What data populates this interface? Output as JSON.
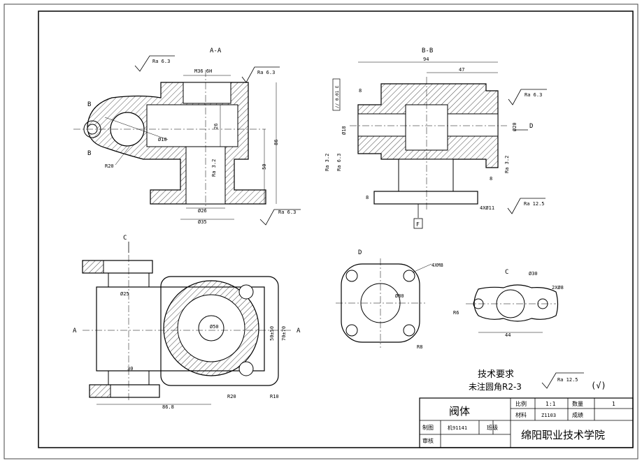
{
  "views": {
    "section_aa_title": "A-A",
    "section_bb_title": "B-B",
    "view_c_arrow": "C",
    "view_d_title": "D",
    "view_c_title": "C",
    "view_d_arrow": "D",
    "section_a_left": "A",
    "section_a_right": "A",
    "section_b_top": "B",
    "section_b_bottom": "B",
    "datum_f": "F"
  },
  "roughness": {
    "ra_top_left": "Ra 6.3",
    "ra_top_right": "Ra 6.3",
    "ra_bottom_aa": "Ra 6.3",
    "ra_aa_bore": "Ra 3.2",
    "ra_bb_flange": "Ra 6.3",
    "ra_bb_left1": "Ra 3.2",
    "ra_bb_left2": "Ra 6.3",
    "ra_bb_right": "Ra 3.2",
    "ra_bb_bottom": "Ra 12.5",
    "ra_general": "Ra 12.5",
    "ra_general_paren": "(√)"
  },
  "dimensions": {
    "aa_thread": "M36 6H",
    "aa_r10_hole": "Ø10",
    "aa_r20": "R20",
    "aa_26": "26",
    "aa_50": "50",
    "aa_86": "86",
    "aa_d26": "Ø26",
    "aa_d35": "Ø35",
    "bb_overall": "94",
    "bb_47": "47",
    "bb_8a": "8",
    "bb_tol": "// 0.01 E",
    "bb_d18": "Ø18",
    "bb_d20": "Ø20",
    "bb_8b": "8",
    "bb_8c": "8",
    "bb_holes": "4XØ11",
    "front_d25": "Ø25",
    "front_d50": "Ø50",
    "front_30": "30",
    "front_50_50": "50±50",
    "front_70_70": "70±70",
    "front_86_8": "86.8",
    "front_r20": "R20",
    "front_r10": "R10",
    "d_thread": "4XM8",
    "d_ring": "Ø80",
    "d_r8": "R8",
    "c_d30": "Ø30",
    "c_2xd8": "2XØ8",
    "c_r6": "R6",
    "c_44": "44"
  },
  "notes": {
    "heading": "技术要求",
    "line1": "未注圆角R2-3"
  },
  "title_block": {
    "part_name": "阀体",
    "scale_label": "比例",
    "scale_value": "1:1",
    "qty_label": "数量",
    "qty_value": "1",
    "material_label": "材料",
    "material_value": "Z1103",
    "grade_label": "成绩",
    "drawn_label": "制图",
    "drawn_value": "机91141",
    "class_label": "班级",
    "check_label": "审核",
    "school": "绵阳职业技术学院"
  }
}
